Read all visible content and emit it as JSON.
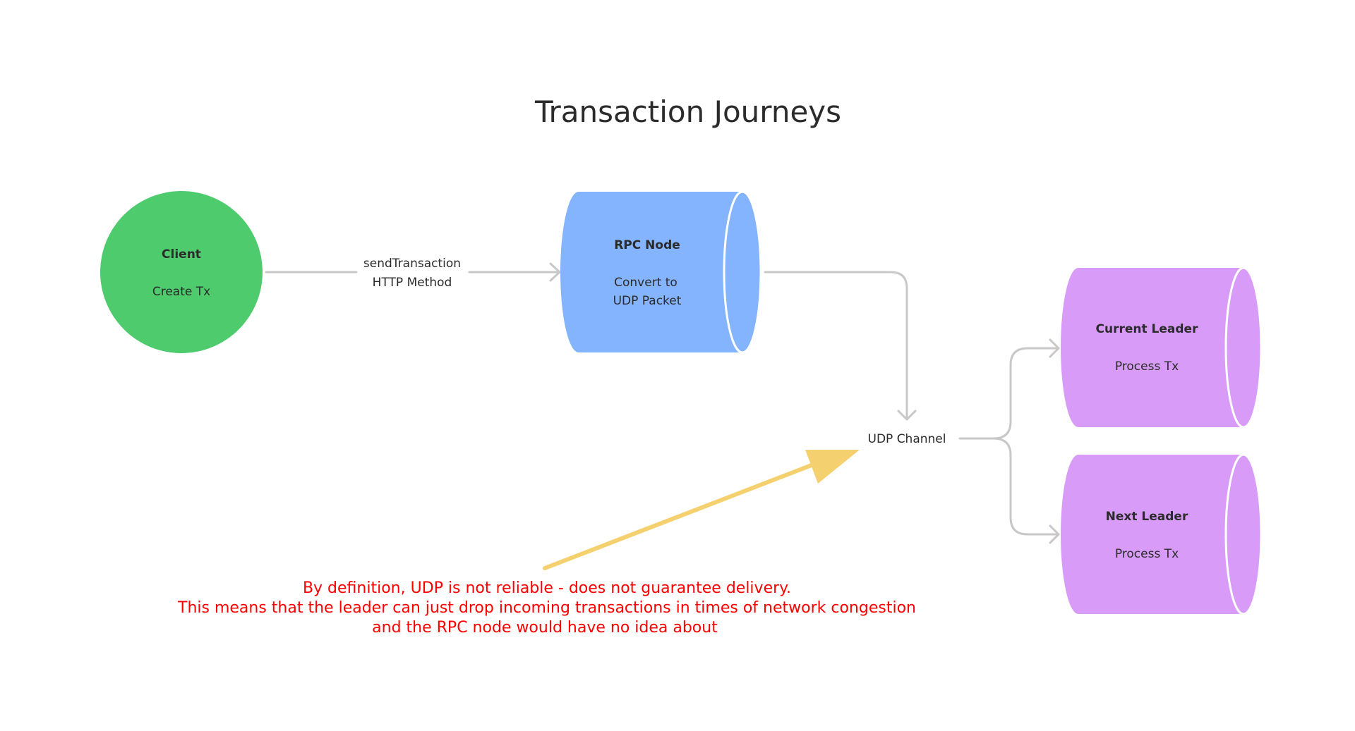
{
  "title": "Transaction Journeys",
  "nodes": {
    "client": {
      "title": "Client",
      "lines": [
        "Create Tx"
      ],
      "color": "#4ecb6d"
    },
    "rpc": {
      "title": "RPC Node",
      "lines": [
        "Convert to",
        "UDP Packet"
      ],
      "color": "#85b4ff"
    },
    "current_leader": {
      "title": "Current Leader",
      "lines": [
        "Process Tx"
      ],
      "color": "#d89cf8"
    },
    "next_leader": {
      "title": "Next Leader",
      "lines": [
        "Process Tx"
      ],
      "color": "#d89cf8"
    }
  },
  "edges": {
    "client_to_rpc": [
      "sendTransaction",
      "HTTP Method"
    ],
    "udp_channel": "UDP Channel"
  },
  "annotation": {
    "lines": [
      "By definition, UDP is not reliable - does not guarantee delivery.",
      "This means that the leader can just drop incoming transactions in times of network congestion",
      "and the RPC node would have no idea about"
    ],
    "text_color": "#ff0000",
    "arrow_color": "#f5d06e"
  },
  "colors": {
    "edge": "#c8c8c8",
    "text": "#2b2b2b"
  }
}
